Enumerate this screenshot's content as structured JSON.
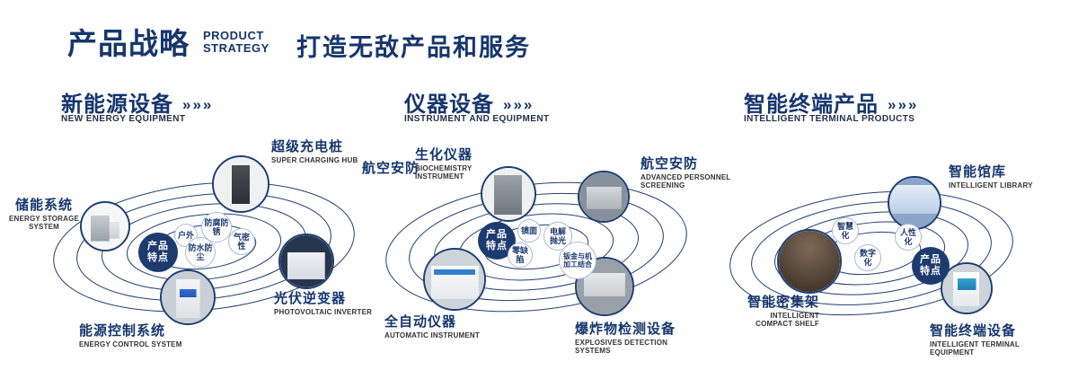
{
  "header": {
    "title": "产品战略",
    "subtitle_line1": "PRODUCT",
    "subtitle_line2": "STRATEGY",
    "slogan": "打造无敌产品和服务"
  },
  "arrows_icon": "»»»",
  "accent_color": "#16366d",
  "sections": [
    {
      "title": "新能源设备",
      "subtitle": "NEW ENERGY EQUIPMENT",
      "badge": {
        "line1": "产品",
        "line2": "特点"
      },
      "features": [
        {
          "text": "户外"
        },
        {
          "text": "防腐防锈"
        },
        {
          "text": "气密性"
        },
        {
          "text": "防水防尘"
        }
      ],
      "products": [
        {
          "cn": "超级充电桩",
          "en": "SUPER CHARGING HUB"
        },
        {
          "cn": "储能系统",
          "en": "ENERGY STORAGE SYSTEM"
        },
        {
          "cn": "光伏逆变器",
          "en": "PHOTOVOLTAIC INVERTER"
        },
        {
          "cn": "能源控制系统",
          "en": "ENERGY CONTROL SYSTEM"
        }
      ]
    },
    {
      "title": "仪器设备",
      "subtitle": "INSTRUMENT AND EQUIPMENT",
      "side_label": "航空安防",
      "badge": {
        "line1": "产品",
        "line2": "特点"
      },
      "features": [
        {
          "text": "镜面"
        },
        {
          "text": "电解抛光"
        },
        {
          "text": "零缺陷"
        },
        {
          "text": "钣金与机加工结合"
        }
      ],
      "products": [
        {
          "cn": "生化仪器",
          "en": "BIOCHEMISTRY INSTRUMENT"
        },
        {
          "cn": "航空安防",
          "en": "ADVANCED PERSONNEL SCREENING"
        },
        {
          "cn": "全自动仪器",
          "en": "AUTOMATIC INSTRUMENT"
        },
        {
          "cn": "爆炸物检测设备",
          "en": "EXPLOSIVES DETECTION SYSTEMS"
        }
      ]
    },
    {
      "title": "智能终端产品",
      "subtitle": "INTELLIGENT TERMINAL PRODUCTS",
      "badge": {
        "line1": "产品",
        "line2": "特点"
      },
      "features": [
        {
          "text": "智慧化"
        },
        {
          "text": "人性化"
        },
        {
          "text": "数字化"
        }
      ],
      "products": [
        {
          "cn": "智能馆库",
          "en": "INTELLIGENT LIBRARY"
        },
        {
          "cn": "智能密集架",
          "en": "INTELLIGENT COMPACT SHELF"
        },
        {
          "cn": "智能终端设备",
          "en": "INTELLIGENT TERMINAL EQUIPMENT"
        }
      ]
    }
  ]
}
